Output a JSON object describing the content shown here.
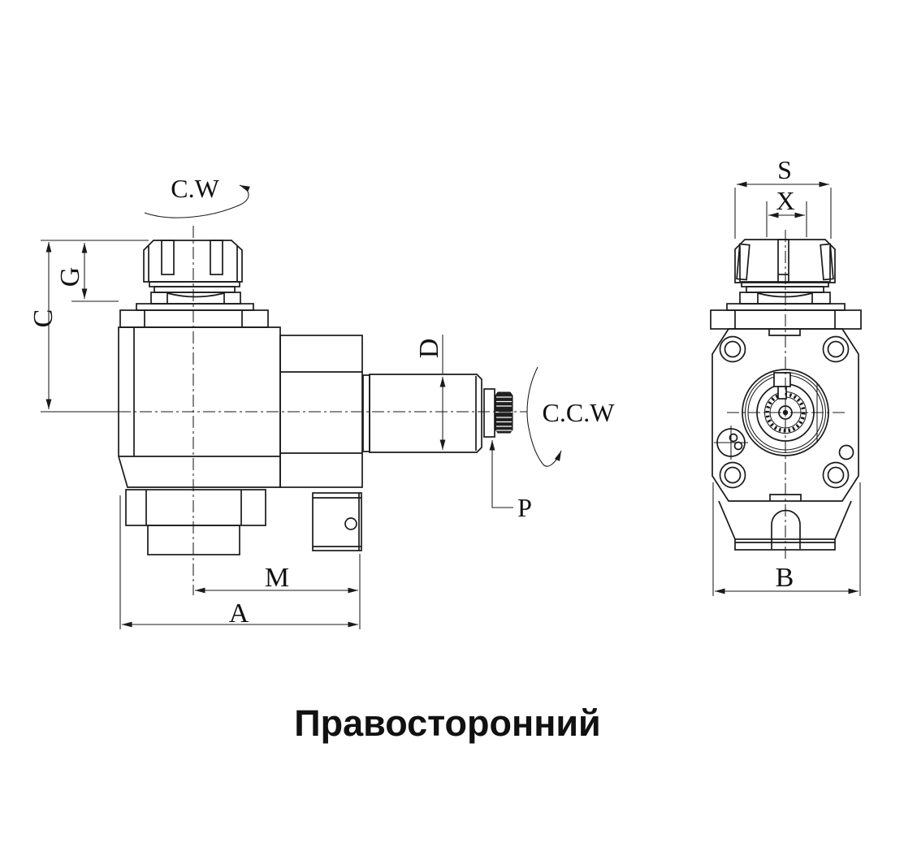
{
  "caption": "Правосторонний",
  "rotation": {
    "cw": "C.W",
    "ccw": "C.C.W"
  },
  "dimensions": {
    "C": "C",
    "G": "G",
    "D": "D",
    "P": "P",
    "M": "M",
    "A": "A",
    "S": "S",
    "X": "X",
    "B": "B"
  },
  "colors": {
    "line": "#1a1a1a",
    "background": "#ffffff",
    "knurl_fill": "#1f1f1f"
  }
}
